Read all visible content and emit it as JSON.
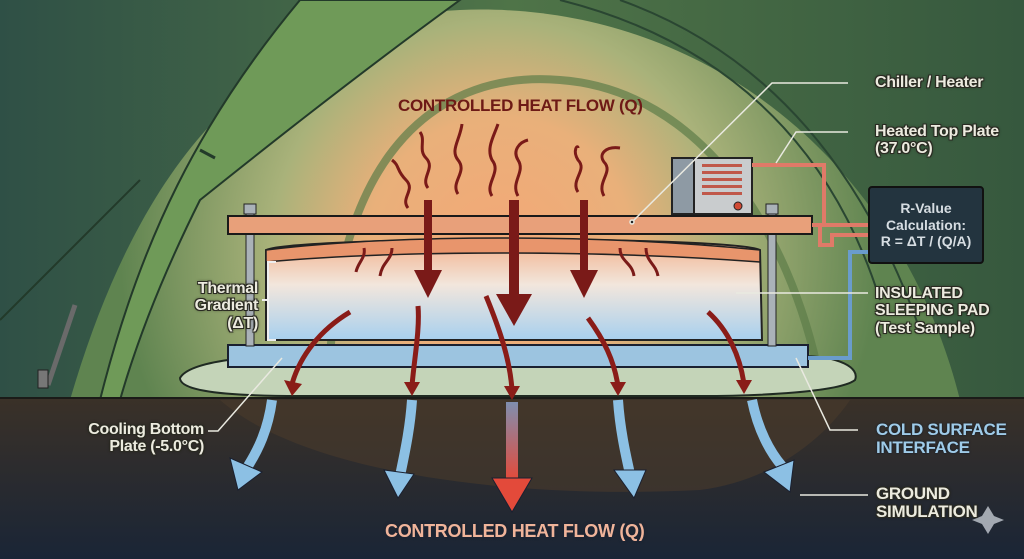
{
  "diagram": {
    "title_top": "CONTROLLED HEAT FLOW (Q)",
    "title_bottom": "CONTROLLED HEAT FLOW (Q)",
    "labels": {
      "chiller_heater": "Chiller / Heater",
      "heated_top_plate": [
        "Heated Top Plate",
        "(37.0°C)"
      ],
      "thermal_gradient": [
        "Thermal",
        "Gradient",
        "(ΔT)"
      ],
      "insulated_pad": [
        "INSULATED",
        "SLEEPING PAD",
        "(Test Sample)"
      ],
      "cooling_bottom_plate": [
        "Cooling Bottom",
        "Plate (-5.0°C)"
      ],
      "cold_surface": [
        "COLD SURFACE",
        "INTERFACE"
      ],
      "ground_simulation": [
        "GROUND",
        "SIMULATION"
      ]
    },
    "r_value_box": {
      "line1": "R-Value",
      "line2": "Calculation:",
      "formula": "R = ΔT / (Q/A)"
    },
    "colors": {
      "tent_dark": "#3e5f48",
      "tent_light": "#7ea265",
      "warm_glow": "#f0a070",
      "heat_arrow": "#7a1a18",
      "cold_arrow": "#8cc0e4",
      "ground": "#4a3a2c",
      "ground_dark": "#1c2a3c",
      "top_plate": "#e8a07a",
      "bottom_plate": "#9cc4e0"
    },
    "temperatures": {
      "top_plate_c": "37.0°C",
      "bottom_plate_c": "-5.0°C"
    }
  }
}
